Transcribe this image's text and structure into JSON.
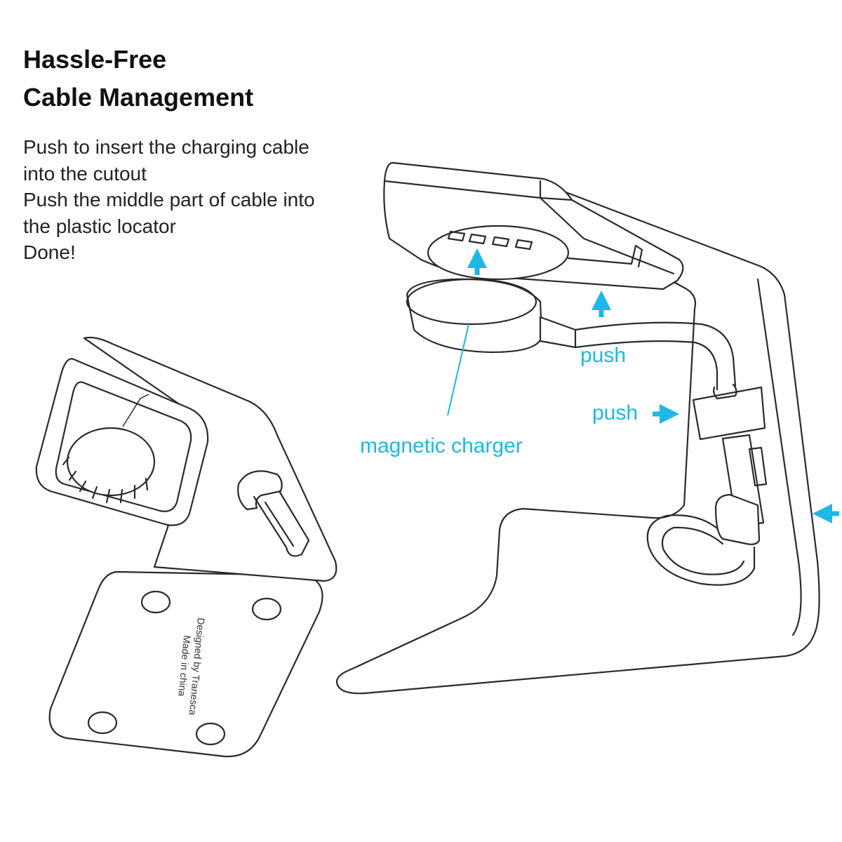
{
  "heading": {
    "line1": "Hassle-Free",
    "line2": "Cable Management"
  },
  "instructions": [
    "Push to insert the charging cable",
    "into the cutout",
    "Push the middle part of cable into",
    "the plastic locator",
    "Done!"
  ],
  "callouts": {
    "push_top": "push",
    "push_side": "push",
    "magnetic_charger": "magnetic charger"
  },
  "base_imprint": {
    "line1": "Designed by Tranesca",
    "line2": "Made in china"
  },
  "colors": {
    "accent": "#1cb8e8",
    "line": "#2a2a2a",
    "heading": "#111111",
    "body_text": "#222222"
  }
}
